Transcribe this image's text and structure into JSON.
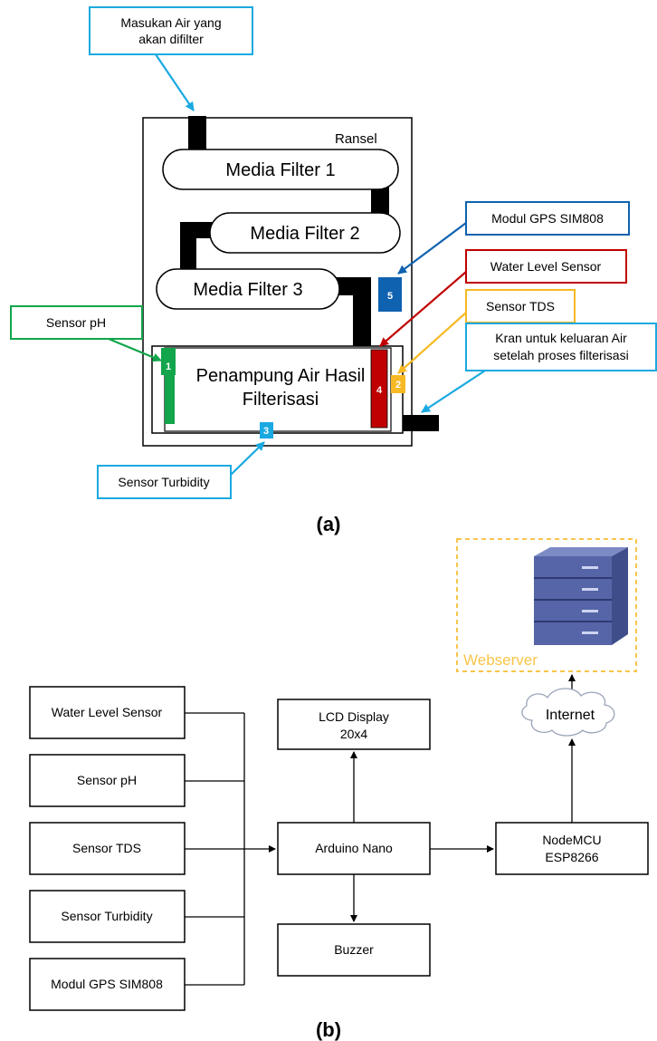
{
  "colors": {
    "green": "#12a54b",
    "red": "#c00000",
    "yellow": "#f7b924",
    "cyan": "#1aa9e1",
    "blue": "#1565c0",
    "dark_blue": "#0f62b0",
    "server_orange": "#f6c54a",
    "server_body": "#5565a7",
    "pipe": "#000000"
  },
  "diagram_a": {
    "caption": "(a)",
    "backpack_label": "Ransel",
    "filters": [
      "Media Filter 1",
      "Media Filter 2",
      "Media Filter 3"
    ],
    "tank_line1": "Penampung Air Hasil",
    "tank_line2": "Filterisasi",
    "callouts": {
      "input_line1": "Masukan Air yang",
      "input_line2": "akan difilter",
      "gps": "Modul GPS SIM808",
      "water_level": "Water Level Sensor",
      "tds": "Sensor TDS",
      "tap_line1": "Kran untuk keluaran Air",
      "tap_line2": "setelah proses filterisasi",
      "ph": "Sensor pH",
      "turbidity": "Sensor Turbidity"
    },
    "badges": [
      "1",
      "2",
      "3",
      "4",
      "5"
    ]
  },
  "diagram_b": {
    "caption": "(b)",
    "inputs": [
      "Water Level Sensor",
      "Sensor pH",
      "Sensor TDS",
      "Sensor Turbidity",
      "Modul GPS SIM808"
    ],
    "lcd_line1": "LCD Display",
    "lcd_line2": "20x4",
    "controller": "Arduino Nano",
    "buzzer": "Buzzer",
    "node_line1": "NodeMCU",
    "node_line2": "ESP8266",
    "internet": "Internet",
    "webserver": "Webserver"
  }
}
